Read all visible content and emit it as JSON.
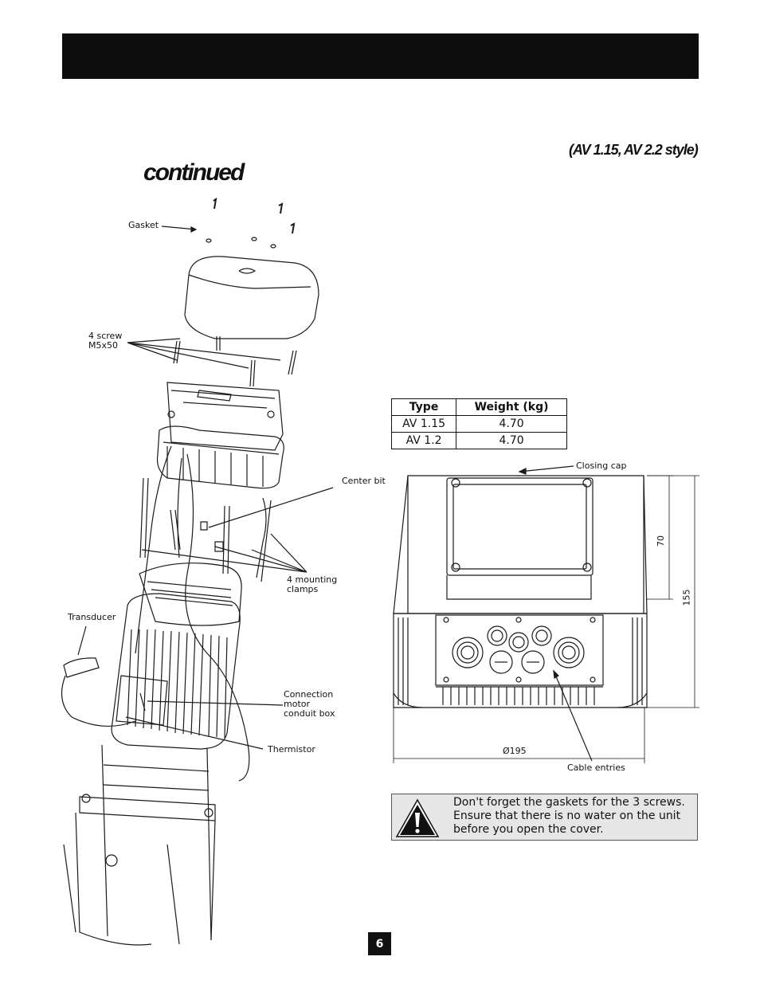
{
  "header": {
    "subtitle": "(AV 1.15, AV 2.2 style)",
    "continued": "continued"
  },
  "labels": {
    "gasket": "Gasket",
    "screw": "4 screw\nM5x50",
    "center_bit": "Center bit",
    "mounting_clamps": "4 mounting\nclamps",
    "transducer": "Transducer",
    "conduit_box": "Connection\nmotor\nconduit box",
    "thermistor": "Thermistor",
    "closing_cap": "Closing cap",
    "cable_entries": "Cable entries",
    "dim_70": "70",
    "dim_155": "155",
    "dim_195": "Ø195"
  },
  "weights_table": {
    "headers": [
      "Type",
      "Weight (kg)"
    ],
    "rows": [
      [
        "AV 1.15",
        "4.70"
      ],
      [
        "AV 1.2",
        "4.70"
      ]
    ]
  },
  "warning": {
    "icon": "exclamation-icon",
    "text": "Don't forget the gaskets for the 3 screws. Ensure that there is no water on the unit before you open the cover."
  },
  "page_number": "6"
}
